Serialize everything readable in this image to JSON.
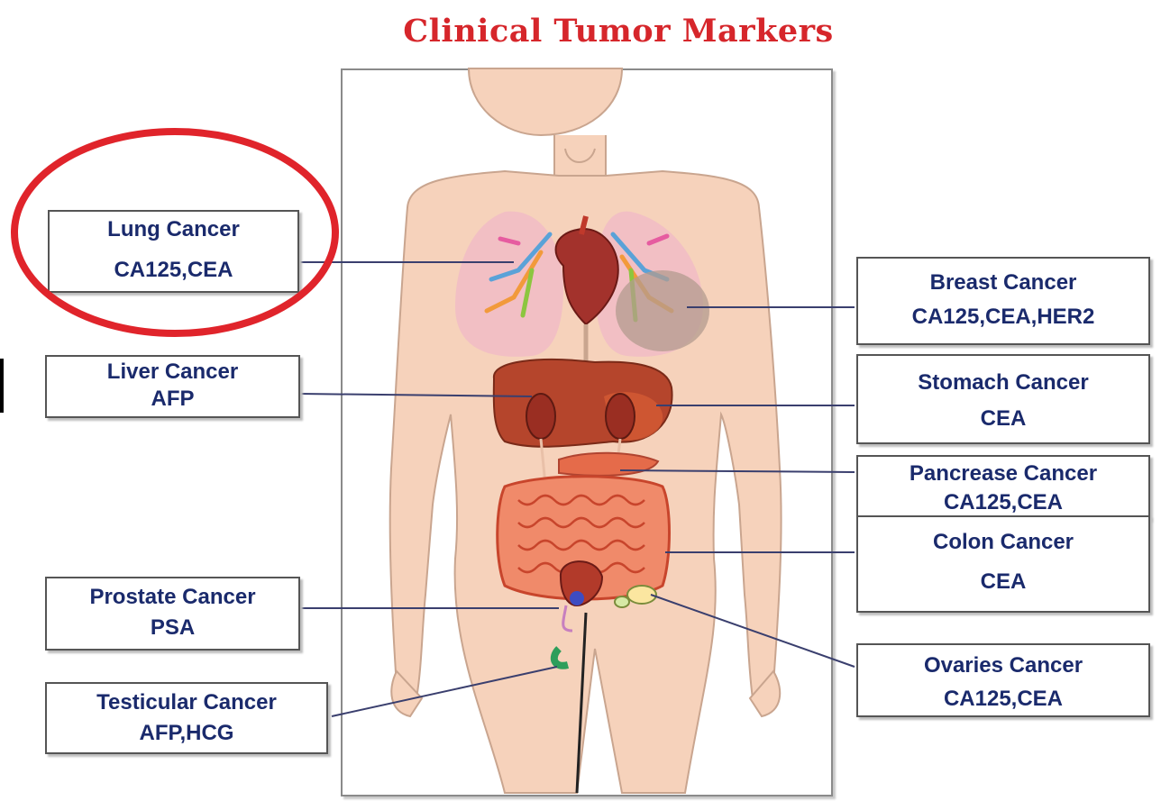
{
  "title": "Clinical Tumor Markers",
  "labels": [
    {
      "id": "lung",
      "cancer": "Lung Cancer",
      "markers": "CA125,CEA"
    },
    {
      "id": "liver",
      "cancer": "Liver Cancer",
      "markers": "AFP"
    },
    {
      "id": "prostate",
      "cancer": "Prostate Cancer",
      "markers": "PSA"
    },
    {
      "id": "testicular",
      "cancer": "Testicular Cancer",
      "markers": "AFP,HCG"
    },
    {
      "id": "breast",
      "cancer": "Breast Cancer",
      "markers": "CA125,CEA,HER2"
    },
    {
      "id": "stomach",
      "cancer": "Stomach Cancer",
      "markers": "CEA"
    },
    {
      "id": "pancreas",
      "cancer": "Pancrease Cancer",
      "markers": "CA125,CEA"
    },
    {
      "id": "colon",
      "cancer": "Colon Cancer",
      "markers": "CEA"
    },
    {
      "id": "ovaries",
      "cancer": "Ovaries Cancer",
      "markers": "CA125,CEA"
    }
  ],
  "colors": {
    "title": "#d6262b",
    "label_text": "#1a2a6c",
    "highlight_ellipse": "#e0242b",
    "skin": "#f6d2bb",
    "leader_line": "#3a3f6e"
  },
  "highlighted_label": "lung"
}
